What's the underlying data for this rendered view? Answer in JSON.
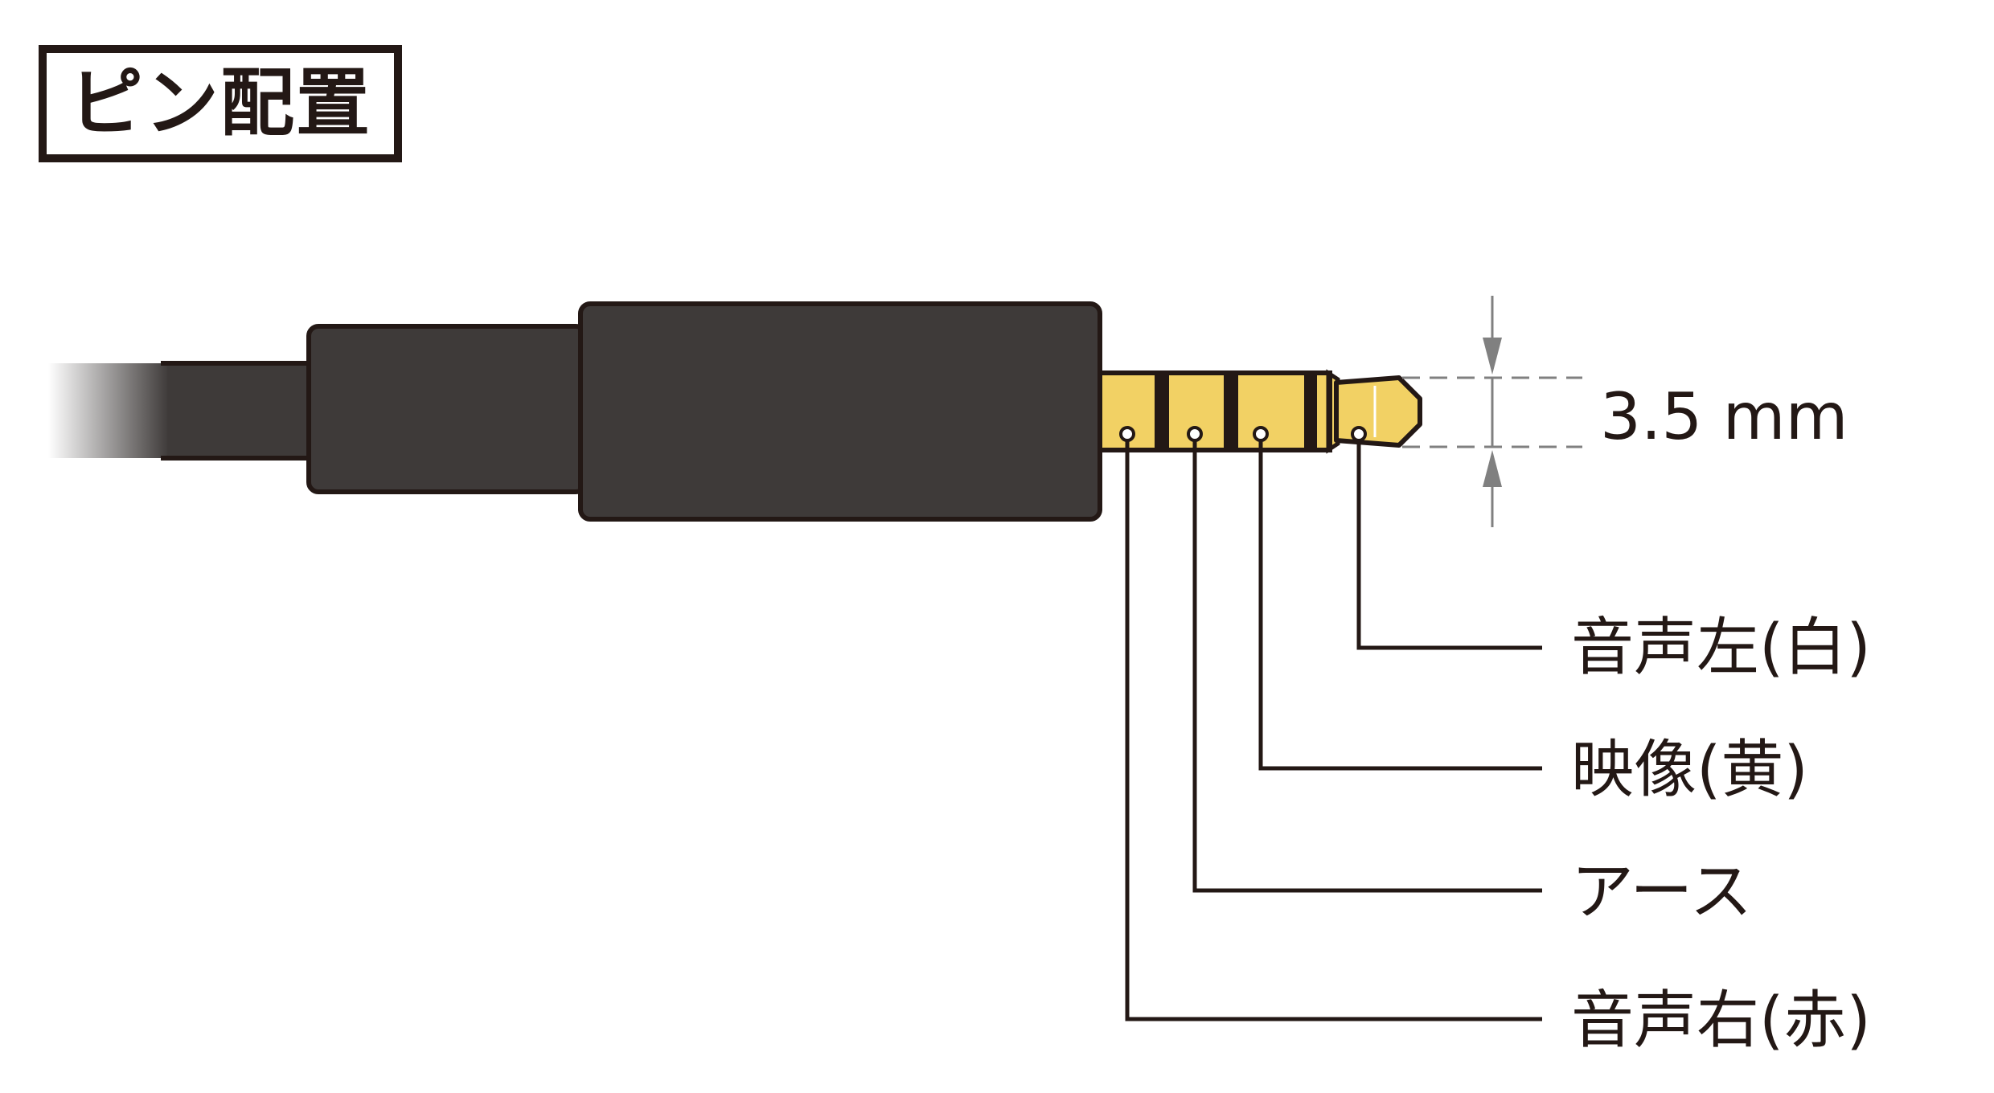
{
  "title": "ピン配置",
  "dimension": {
    "label": "3.5 mm"
  },
  "pins": [
    {
      "label": "音声左(白)"
    },
    {
      "label": "映像(黄)"
    },
    {
      "label": "アース"
    },
    {
      "label": "音声右(赤)"
    }
  ],
  "colors": {
    "outline": "#231815",
    "body": "#3e3a39",
    "gold": "#f2d164",
    "dimension": "#808080"
  }
}
